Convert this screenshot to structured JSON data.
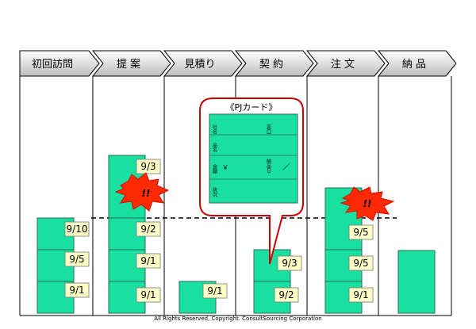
{
  "process_steps": [
    {
      "label": "初回訪問"
    },
    {
      "label": "提 案"
    },
    {
      "label": "見積り"
    },
    {
      "label": "契 約"
    },
    {
      "label": "注 文"
    },
    {
      "label": "納 品"
    }
  ],
  "columns": [
    {
      "step": "初回訪問",
      "stack": [
        "9/1",
        "9/5",
        "9/10"
      ]
    },
    {
      "step": "提 案",
      "stack": [
        "9/1",
        "9/1",
        "9/2",
        "9/3"
      ],
      "alert": "!!"
    },
    {
      "step": "見積り",
      "stack": [
        "9/1"
      ]
    },
    {
      "step": "契 約",
      "stack": [
        "9/2",
        "9/3"
      ]
    },
    {
      "step": "注 文",
      "stack": [
        "9/1",
        "9/5",
        "9/5"
      ],
      "alert": "!!"
    },
    {
      "step": "納 品",
      "stack": [
        ""
      ]
    }
  ],
  "pj_card": {
    "title": "《PJカード》",
    "fields": {
      "company": "社名",
      "department": "窓口",
      "product": "品名",
      "amount": "金額",
      "yen": "￥",
      "delivery": "納品日",
      "delivery_value": "／",
      "status": "状況"
    }
  },
  "colors": {
    "card_fill": "#19e0a0",
    "card_stroke": "#2a6b55",
    "date_label_fill": "#ffffc8",
    "chevron_top": "#ffffff",
    "chevron_bottom": "#bfbfbf",
    "callout_border": "#cc0000",
    "alert_fill": "#ff2a00"
  },
  "footer": {
    "copyright": "All Rights Reserved, Copyright.  ConsultSourcing Corporation"
  }
}
